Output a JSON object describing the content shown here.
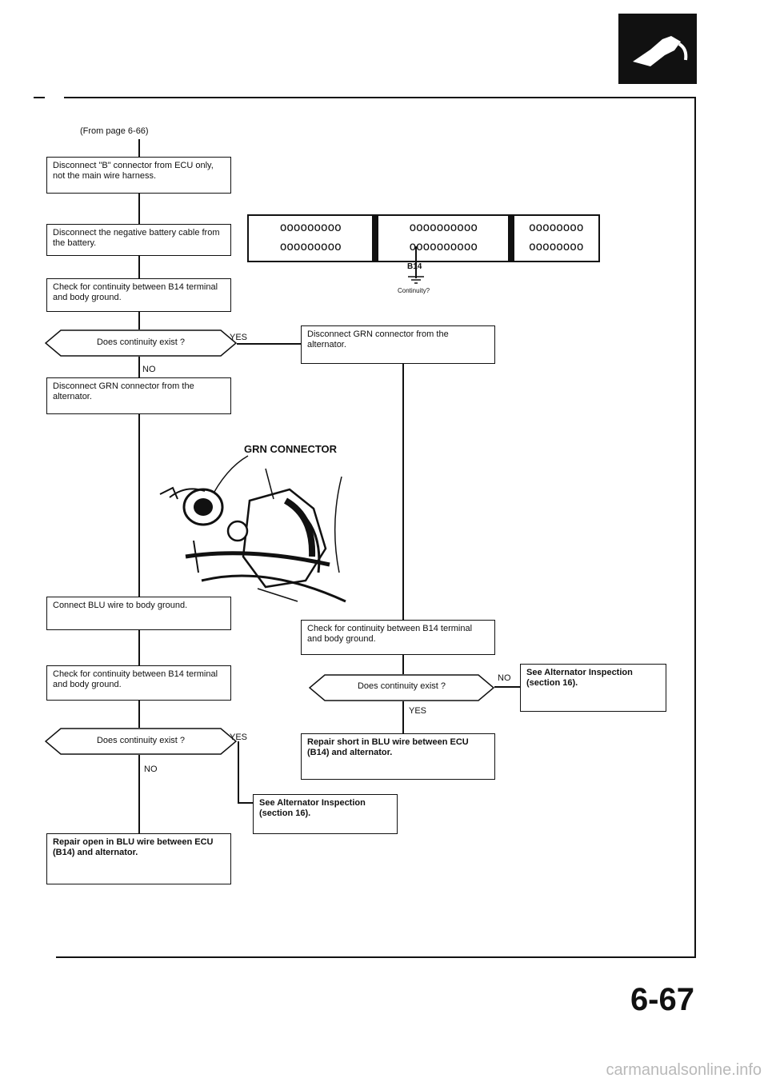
{
  "page": {
    "from_ref": "(From page 6-66)",
    "page_number": "6-67",
    "footer": "carmanualsonline.info"
  },
  "diagram": {
    "step1": "Disconnect \"B\" connector from ECU only, not the main wire harness.",
    "step2": "Disconnect the negative battery cable from the battery.",
    "step3": "Check for continuity between B14 terminal and body ground.",
    "decision1": "Does continuity exist ?",
    "yes": "YES",
    "no": "NO",
    "yes_branch1": "Disconnect GRN connector from the alternator.",
    "step4": "Disconnect GRN connector from the alternator.",
    "connector_label": "GRN CONNECTOR",
    "b14": "B14",
    "continuity_q": "Continuity?",
    "step5": "Connect BLU wire to body ground.",
    "step6": "Check for continuity between B14 terminal and body ground.",
    "decision2": "Does continuity exist ?",
    "yes_branch2": "See Alternator Inspection (section 16).",
    "step7": "Repair open in BLU wire between ECU (B14) and alternator.",
    "right_check": "Check for continuity between B14 terminal and body ground.",
    "decision3": "Does continuity exist ?",
    "no_branch3": "See Alternator Inspection (section 16).",
    "yes_branch3": "Repair short in BLU wire between ECU (B14) and alternator.",
    "connector_rows": {
      "left_top": "ooooooooo",
      "left_bottom": "ooooooooo",
      "mid_top": "oooooooooo",
      "mid_bottom": "oooooooooo",
      "right_top": "oooooooo",
      "right_bottom": "oooooooo"
    }
  }
}
